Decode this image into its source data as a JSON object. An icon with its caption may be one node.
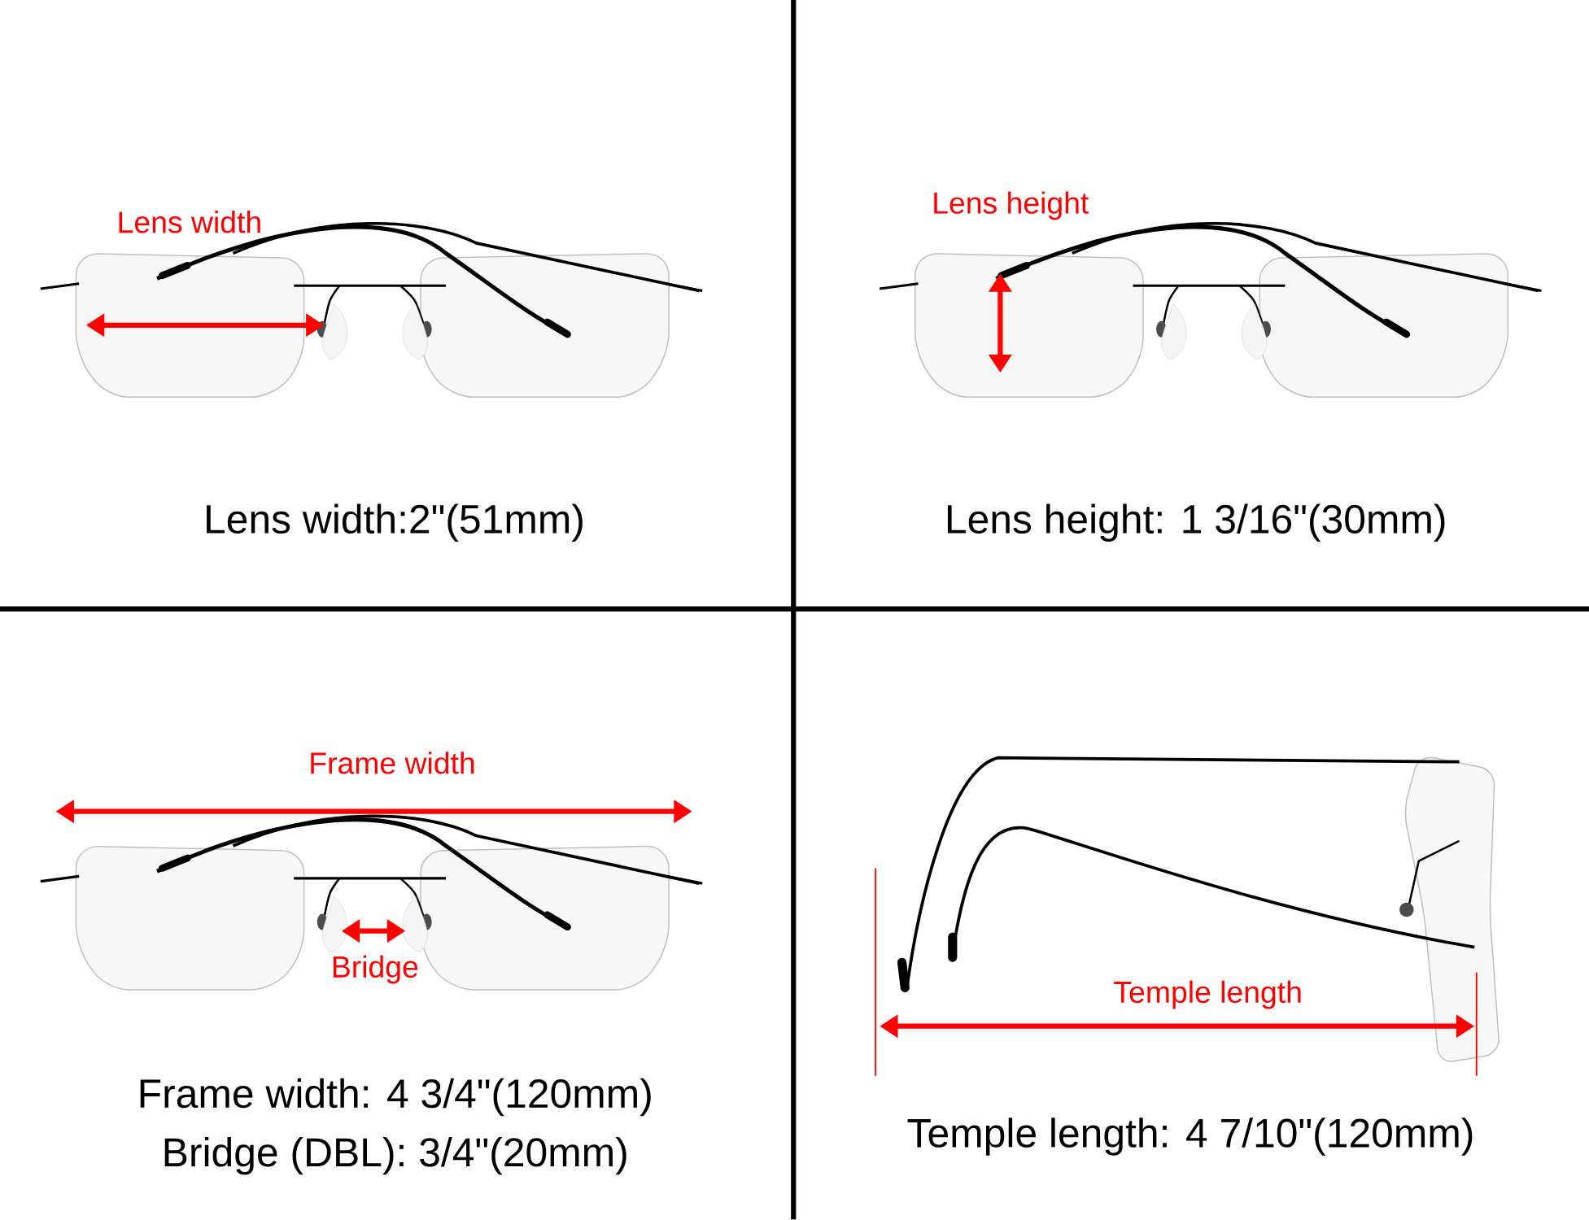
{
  "diagram": {
    "labels": [
      "Lens width",
      "Lens width:2\"(51mm)",
      "Lens height",
      "Lens height: 1 3/16\"(30mm)",
      "Frame width",
      "Bridge",
      "Frame width: 4 3/4\"(120mm)",
      "Bridge (DBL): 3/4\"(20mm)",
      "Temple length",
      "Temple length: 4 7/10\"(120mm)"
    ]
  }
}
